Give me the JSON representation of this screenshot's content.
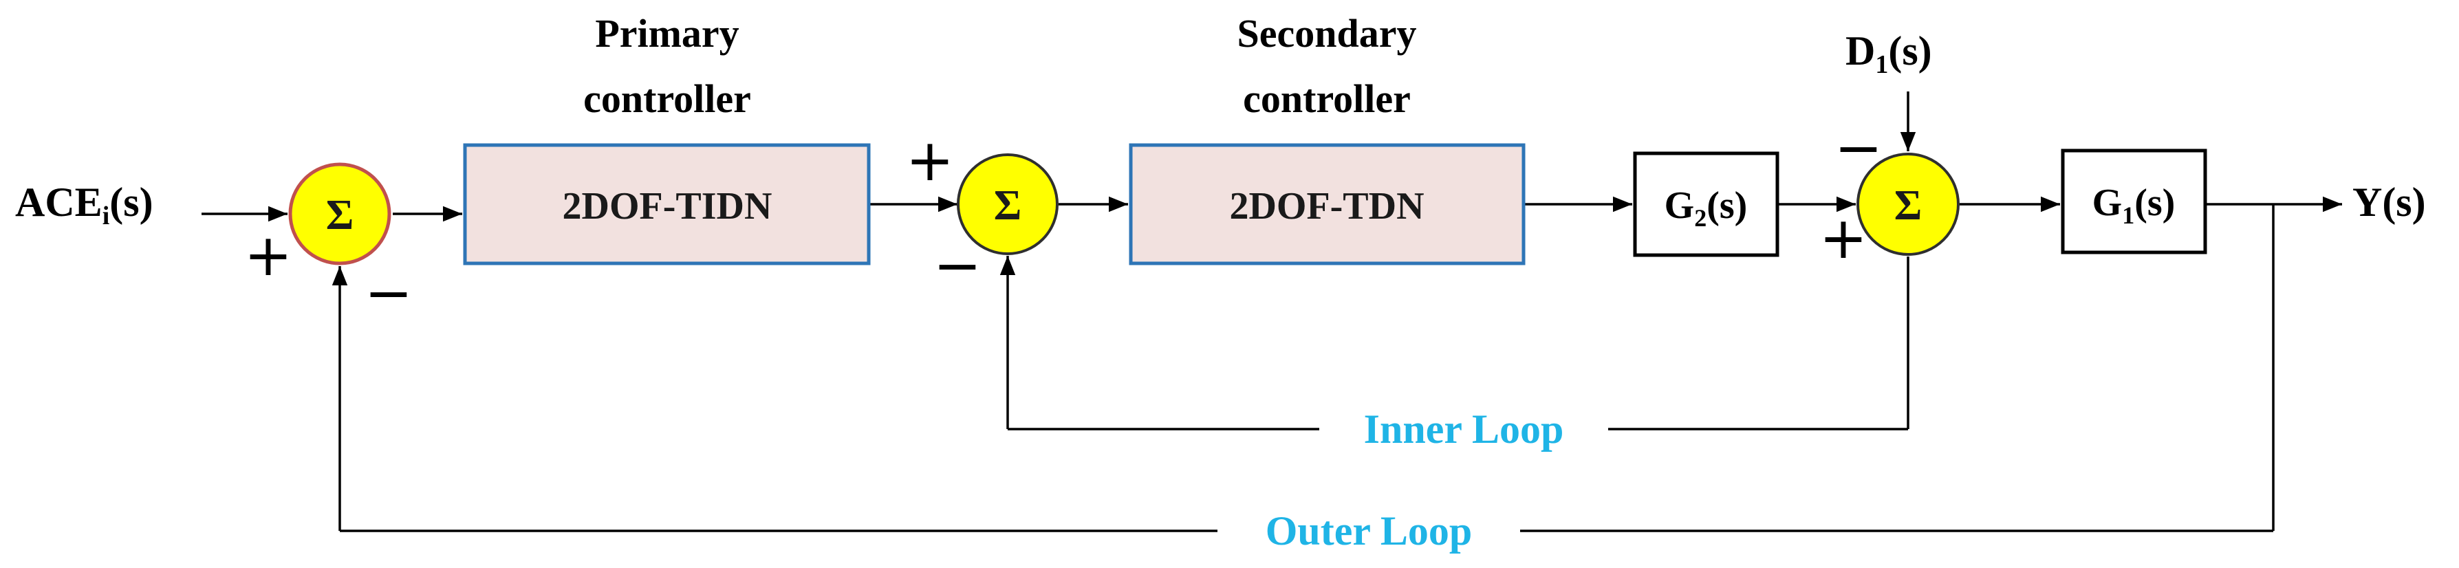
{
  "colors": {
    "summer_fill": "#FFFF00",
    "summer_stroke_primary": "#C0504D",
    "summer_stroke_other": "#2F2F2F",
    "controller_fill": "#F2E1DF",
    "controller_stroke": "#2E75B6",
    "loop_label": "#1FB4E6",
    "line": "#000000"
  },
  "input": {
    "label": "ACE",
    "subscript": "i",
    "suffix": "(s)"
  },
  "output": {
    "label": "Y(s)"
  },
  "disturbance": {
    "label": "D",
    "subscript": "1",
    "suffix": "(s)"
  },
  "summers": {
    "symbol": "Σ",
    "s1": {
      "sign_in": "+",
      "sign_fb": "−"
    },
    "s2": {
      "sign_in": "+",
      "sign_fb": "−"
    },
    "s3": {
      "sign_dist": "−",
      "sign_fb": "+"
    }
  },
  "primary": {
    "title_line1": "Primary",
    "title_line2": "controller",
    "block": "2DOF-TIDN"
  },
  "secondary": {
    "title_line1": "Secondary",
    "title_line2": "controller",
    "block": "2DOF-TDN"
  },
  "g2": {
    "main": "G",
    "subscript": "2",
    "suffix": "(s)"
  },
  "g1": {
    "main": "G",
    "subscript": "1",
    "suffix": "(s)"
  },
  "loops": {
    "inner": "Inner Loop",
    "outer": "Outer Loop"
  }
}
